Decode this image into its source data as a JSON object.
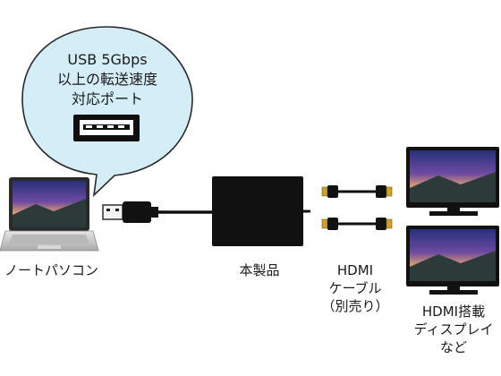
{
  "bubble": {
    "line1": "USB 5Gbps",
    "line2": "以上の転送速度",
    "line3": "対応ポート"
  },
  "labels": {
    "laptop": "ノートパソコン",
    "adapter": "本製品",
    "cable_line1": "HDMI",
    "cable_line2": "ケーブル",
    "cable_line3": "（別売り）",
    "display_line1": "HDMI搭載",
    "display_line2": "ディスプレイ",
    "display_line3": "など"
  },
  "colors": {
    "bubble_fill": "#d4eef8",
    "bubble_stroke": "#2a2a2a",
    "device_black": "#111111",
    "hdmi_gold": "#c9a227",
    "screen_sky": "#3e3a8f",
    "laptop_silver": "#c9c9c9"
  }
}
